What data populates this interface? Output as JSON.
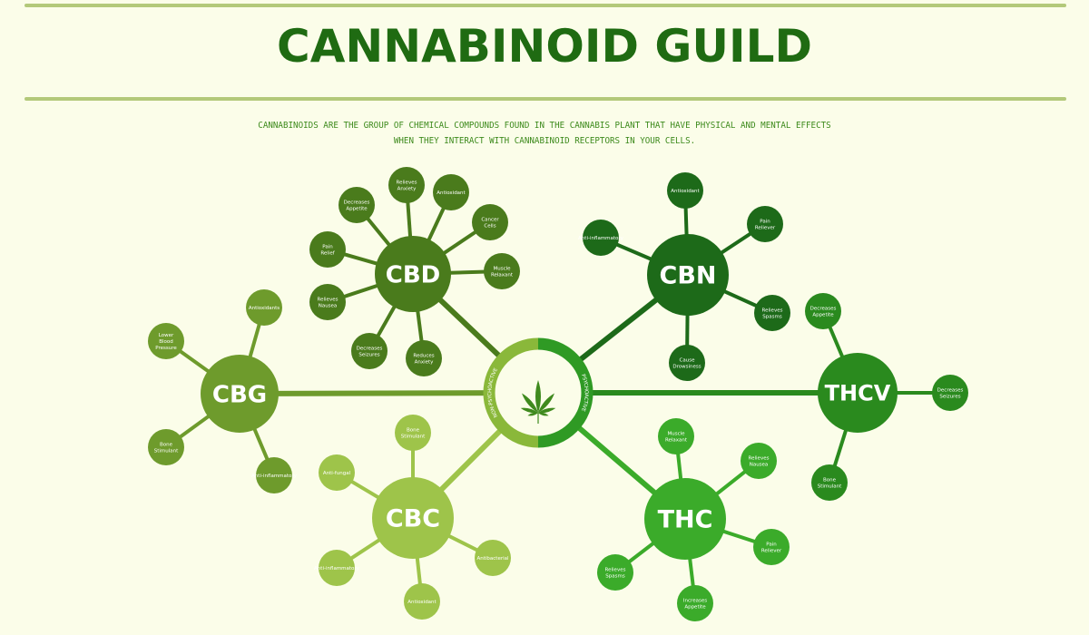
{
  "title": "CANNABINOID GUILD",
  "description": "CANNABINOIDS ARE THE GROUP OF CHEMICAL COMPOUNDS FOUND IN THE CANNABIS PLANT THAT HAVE PHYSICAL AND MENTAL EFFECTS WHEN THEY INTERACT WITH CANNABINOID RECEPTORS IN YOUR CELLS.",
  "center": {
    "icon": "cannabis-leaf-icon",
    "left_label": "NON-PSYCHOACTIVE",
    "right_label": "PSYCHOACTIVE",
    "left_color": "#8ab83a",
    "right_color": "#2f9a24"
  },
  "colors": {
    "background": "#fbfde9",
    "rule": "#b3c97a",
    "title": "#1f6b12"
  },
  "hubs": [
    {
      "name": "CBD",
      "color": "#4a7b1c",
      "effects": [
        "Decreases Appetite",
        "Relieves Anxiety",
        "Antioxidant",
        "Cancer Cells",
        "Muscle Relaxant",
        "Reduces Anxiety",
        "Decreases Seizures",
        "Relieves Nausea",
        "Pain Relief"
      ]
    },
    {
      "name": "CBN",
      "color": "#1d6a19",
      "effects": [
        "Antioxidant",
        "Pain Reliever",
        "Relieves Spasms",
        "Cause Drowsiness",
        "Anti-inflammatory"
      ]
    },
    {
      "name": "CBG",
      "color": "#6e9b2c",
      "effects": [
        "Antioxidants",
        "Lower Blood Pressure",
        "Bone Stimulant",
        "Anti-inflammatory"
      ]
    },
    {
      "name": "CBC",
      "color": "#9ec44a",
      "effects": [
        "Bone Stimulant",
        "Anti-fungal",
        "Anti-inflammatory",
        "Antioxidant",
        "Antibacterial"
      ]
    },
    {
      "name": "THC",
      "color": "#3bab2a",
      "effects": [
        "Muscle Relaxant",
        "Relieves Nausea",
        "Pain Reliever",
        "Increases Appetite",
        "Relieves Spasms"
      ]
    },
    {
      "name": "THCV",
      "color": "#2a8a1e",
      "effects": [
        "Decreases Appetite",
        "Decreases Seizures",
        "Bone Stimulant"
      ]
    }
  ]
}
